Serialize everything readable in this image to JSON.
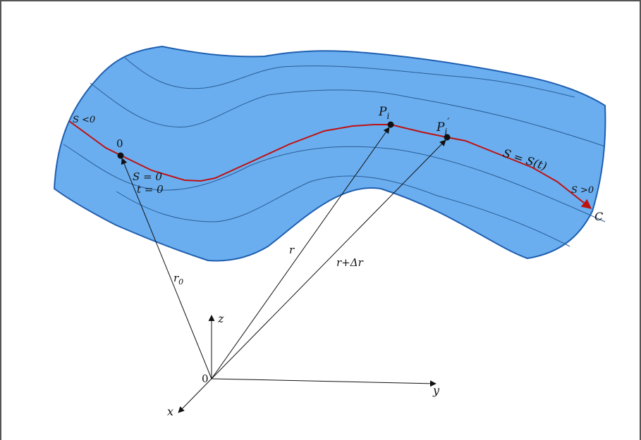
{
  "colors": {
    "surface_fill": "#6aaeef",
    "surface_edge": "#1f5fb0",
    "grid_line": "#2b5d96",
    "curve": "#c01010",
    "vector": "#111111"
  },
  "labels": {
    "s_negative": "S <0",
    "s_positive": "S >0",
    "origin_point": "0",
    "s_zero": "S = 0",
    "t_zero": "t = 0",
    "p_i": "P",
    "p_i_sub": "i",
    "p_i_prime": "P",
    "p_i_prime_sub": "i",
    "p_i_prime_mark": "′",
    "s_equation": "S = S(t)",
    "curve_name": "C",
    "r0": "r",
    "r0_sub": "0",
    "r": "r",
    "r_delta": "r+Δr",
    "axis_origin": "0",
    "axis_x": "x",
    "axis_y": "y",
    "axis_z": "z"
  }
}
